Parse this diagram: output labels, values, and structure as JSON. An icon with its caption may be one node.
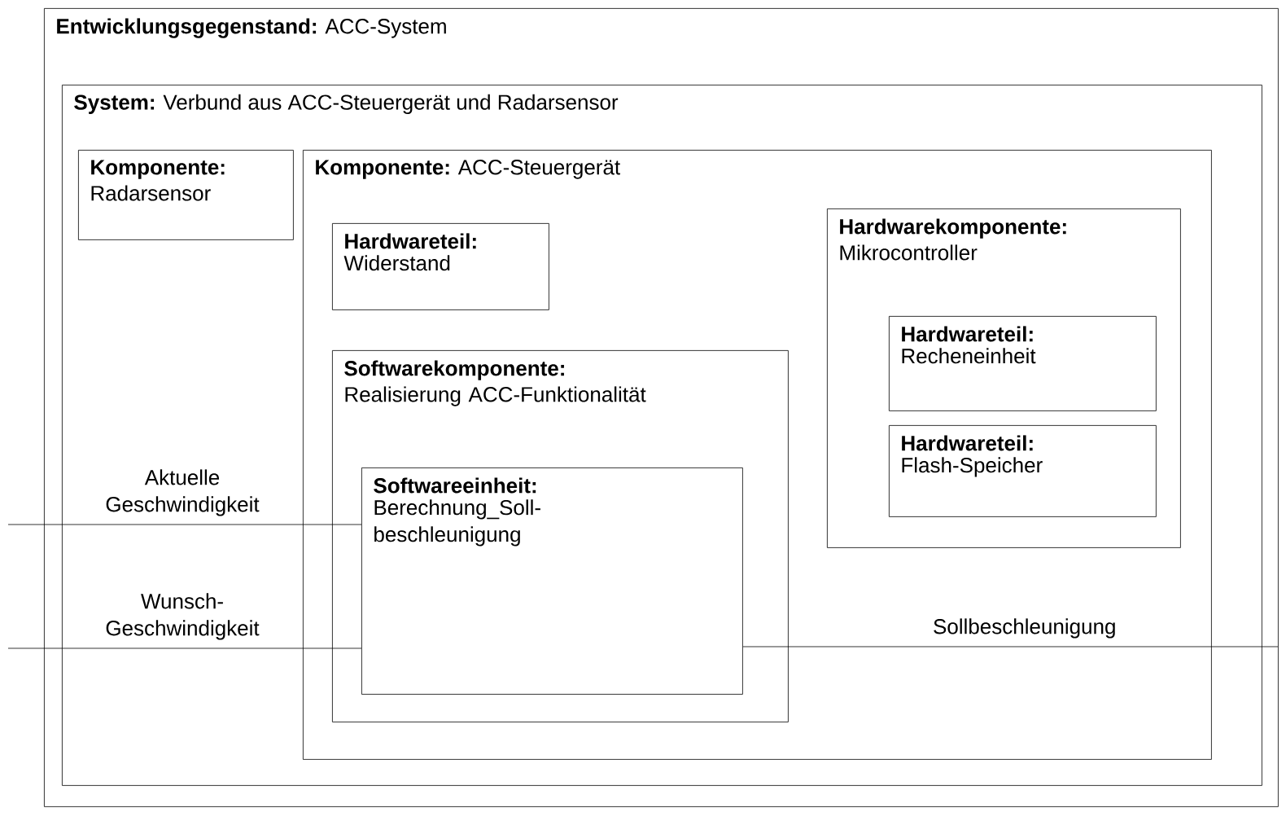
{
  "diagram": {
    "nodes": [
      {
        "text": [
          "Entwicklungsgegenstand:",
          "ACC-System"
        ]
      },
      {
        "text": [
          "System:",
          "Verbund aus ACC-Steuergerät und Radarsensor"
        ],
        "in": 0
      },
      {
        "text": [
          "Komponente:",
          "Radarsensor"
        ],
        "in": 1
      },
      {
        "text": [
          "Komponente:",
          "ACC-Steuergerät"
        ],
        "in": 1
      },
      {
        "text": [
          "Hardwareteil:",
          "Widerstand"
        ],
        "in": 3
      },
      {
        "text": [
          "Hardwarekomponente:",
          "Mikrocontroller"
        ],
        "in": 3
      },
      {
        "text": [
          "Hardwareteil:",
          "Recheneinheit"
        ],
        "in": 5
      },
      {
        "text": [
          "Hardwareteil:",
          "Flash-Speicher"
        ],
        "in": 5
      },
      {
        "text": [
          "Softwarekomponente:",
          "Realisierung ACC-Funktionalität"
        ],
        "in": 3
      },
      {
        "text": [
          "Softwareeinheit:",
          "Berechnung_Soll- beschleunigung"
        ],
        "in": 8
      }
    ],
    "edges": [
      {
        "from": null,
        "to": 9,
        "arrow": "none",
        "label": "Aktuelle Geschwindigkeit"
      },
      {
        "from": null,
        "to": 9,
        "arrow": "none",
        "label": "Wunsch- Geschwindigkeit"
      },
      {
        "from": 9,
        "to": null,
        "arrow": "none",
        "label": "Sollbeschleunigung"
      }
    ]
  }
}
